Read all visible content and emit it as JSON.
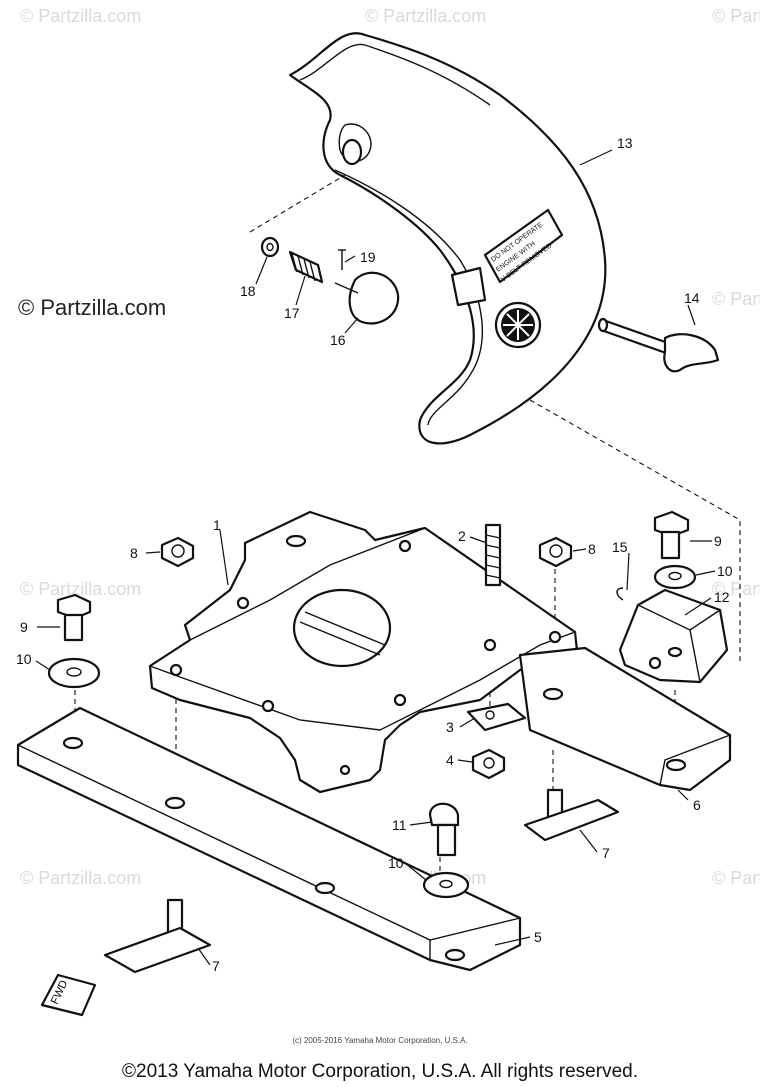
{
  "watermarks": {
    "repeat": "© Partzilla.com",
    "left_label": "© Partzilla.com"
  },
  "decal": {
    "line1": "DO NOT OPERATE",
    "line2": "ENGINE WITH",
    "line3": "V-BELT REMOVED"
  },
  "labels": {
    "p1": "1",
    "p2": "2",
    "p3": "3",
    "p4": "4",
    "p5": "5",
    "p6": "6",
    "p7a": "7",
    "p7b": "7",
    "p8a": "8",
    "p8b": "8",
    "p9a": "9",
    "p9b": "9",
    "p10a": "10",
    "p10b": "10",
    "p10c": "10",
    "p11": "11",
    "p12": "12",
    "p13": "13",
    "p14": "14",
    "p15": "15",
    "p16": "16",
    "p17": "17",
    "p18": "18",
    "p19": "19"
  },
  "fwd": "FWD",
  "small_copyright": "(c) 2005-2016 Yamaha Motor Corporation, U.S.A.",
  "footer": "©2013 Yamaha Motor Corporation, U.S.A. All rights reserved."
}
